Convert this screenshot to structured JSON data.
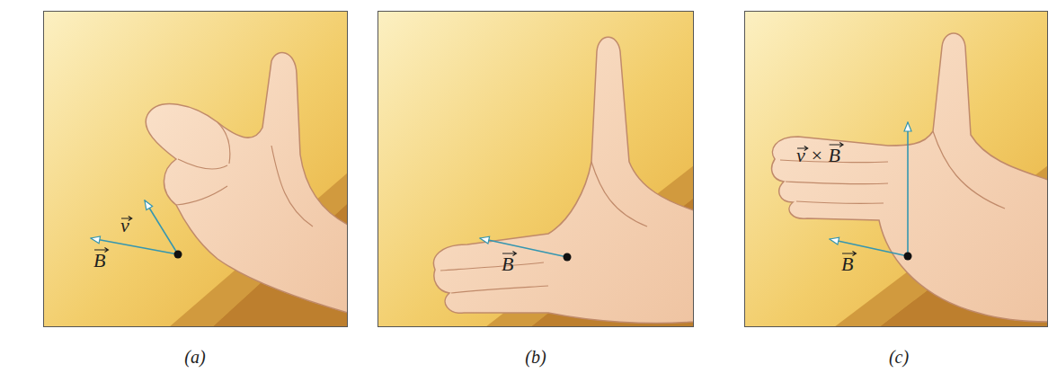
{
  "diagram": {
    "labels": [
      "v",
      "B",
      "B",
      "v × B",
      "B",
      "(a)",
      "(b)",
      "(c)"
    ]
  }
}
